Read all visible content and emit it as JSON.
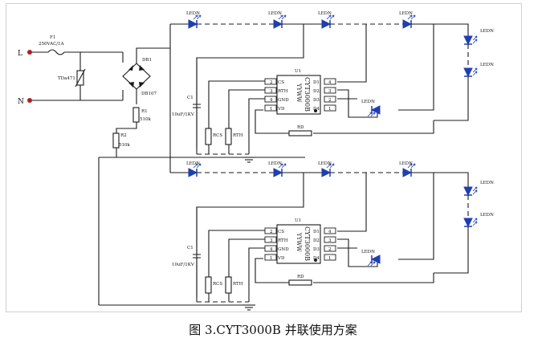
{
  "caption": "图 3.CYT3000B 并联使用方案",
  "labels": {
    "L": "L",
    "N": "N",
    "fuse": "F1",
    "fuse_rating": "250VAC/1A",
    "tvs": "TDa471",
    "db1": "DB1",
    "db2": "DB107",
    "r1": "R1",
    "r1_val": "510k",
    "r2": "R2",
    "r2_val": "510k",
    "c1": "C1",
    "c1_val": "10uF/1KV",
    "rcs": "RCS",
    "rth": "RTH",
    "rd": "RD",
    "u": "U1",
    "led": "LEDN",
    "chip_line1": "CYT3000B",
    "chip_line2": "YYWW"
  },
  "pins": {
    "left": [
      "CS",
      "RTH",
      "GND",
      "VD"
    ],
    "left_nums": [
      "2",
      "3",
      "4",
      "1"
    ],
    "right": [
      "D1",
      "D2",
      "D3",
      "D4"
    ],
    "right_nums": [
      "4",
      "3",
      "2",
      "1"
    ]
  }
}
